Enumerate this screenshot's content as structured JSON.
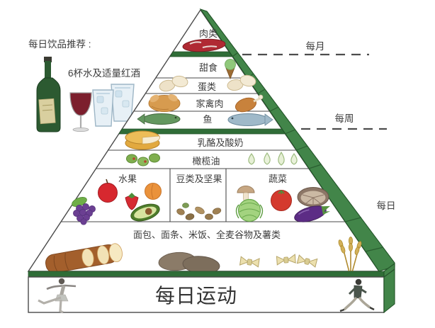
{
  "drinks": {
    "heading": "每日饮品推荐 :",
    "recommendation": "6杯水及适量红酒",
    "icons": [
      "wine-bottle-icon",
      "red-wine-glass-icon",
      "water-glasses-icon"
    ]
  },
  "frequency": {
    "monthly": "每月",
    "weekly": "每周",
    "daily": "每日"
  },
  "pyramid": {
    "levels": {
      "meat": "肉类",
      "sweets": "甜食",
      "eggs": "蛋类",
      "poultry": "家禽肉",
      "fish": "鱼",
      "cheese_yogurt": "乳酪及酸奶",
      "olive_oil": "橄榄油",
      "fruits": "水果",
      "beans_nuts": "豆类及坚果",
      "vegetables": "蔬菜",
      "grains": "面包、面条、米饭、全麦谷物及薯类"
    },
    "base": {
      "exercise": "每日运动"
    },
    "level_icons": [
      "steak-icon",
      "ice-cream-icon",
      "eggs-icon",
      "roast-chicken-icon",
      "drumstick-icon",
      "fish-icon",
      "cheese-icon",
      "olives-icon",
      "oil-drops-icon",
      "apple-icon",
      "strawberry-icon",
      "apricot-icon",
      "grapes-icon",
      "avocado-icon",
      "nuts-icon",
      "mushroom-icon",
      "cabbage-icon",
      "tomato-icon",
      "portobello-icon",
      "eggplant-icon",
      "bread-icon",
      "potatoes-icon",
      "pasta-icon",
      "wheat-icon",
      "dancer-icon",
      "runner-icon"
    ]
  },
  "colors": {
    "slope_green": "#428549",
    "band_green": "#2f6d37",
    "outline": "#4a4a4a",
    "text": "#3d3d3d",
    "dash": "#4d4d4d"
  }
}
